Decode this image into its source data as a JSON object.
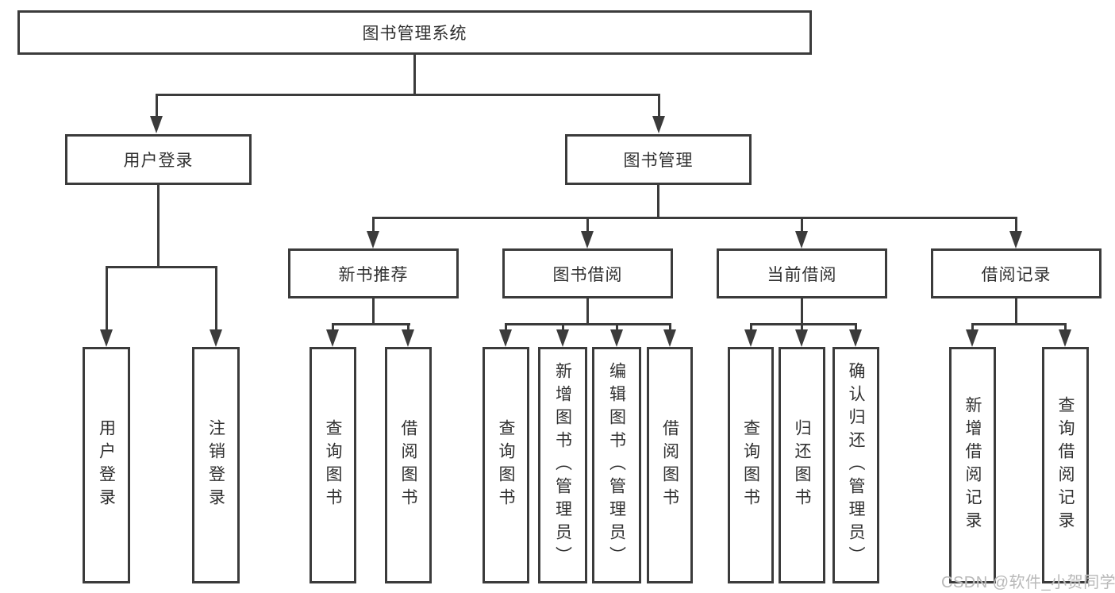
{
  "tree": {
    "label": "图书管理系统",
    "children": [
      {
        "label": "用户登录",
        "children": [
          {
            "label": "用户登录"
          },
          {
            "label": "注销登录"
          }
        ]
      },
      {
        "label": "图书管理",
        "children": [
          {
            "label": "新书推荐",
            "children": [
              {
                "label": "查询图书"
              },
              {
                "label": "借阅图书"
              }
            ]
          },
          {
            "label": "图书借阅",
            "children": [
              {
                "label": "查询图书"
              },
              {
                "label": "新增图书（管理员）"
              },
              {
                "label": "编辑图书（管理员）"
              },
              {
                "label": "借阅图书"
              }
            ]
          },
          {
            "label": "当前借阅",
            "children": [
              {
                "label": "查询图书"
              },
              {
                "label": "归还图书"
              },
              {
                "label": "确认归还（管理员）"
              }
            ]
          },
          {
            "label": "借阅记录",
            "children": [
              {
                "label": "新增借阅记录"
              },
              {
                "label": "查询借阅记录"
              }
            ]
          }
        ]
      }
    ]
  },
  "watermark": {
    "text": "CSDN @软件_小贺同学"
  },
  "colors": {
    "line": "#3b3b3b",
    "text": "#303030",
    "watermark": "#b9b9b9",
    "background": "#ffffff"
  }
}
